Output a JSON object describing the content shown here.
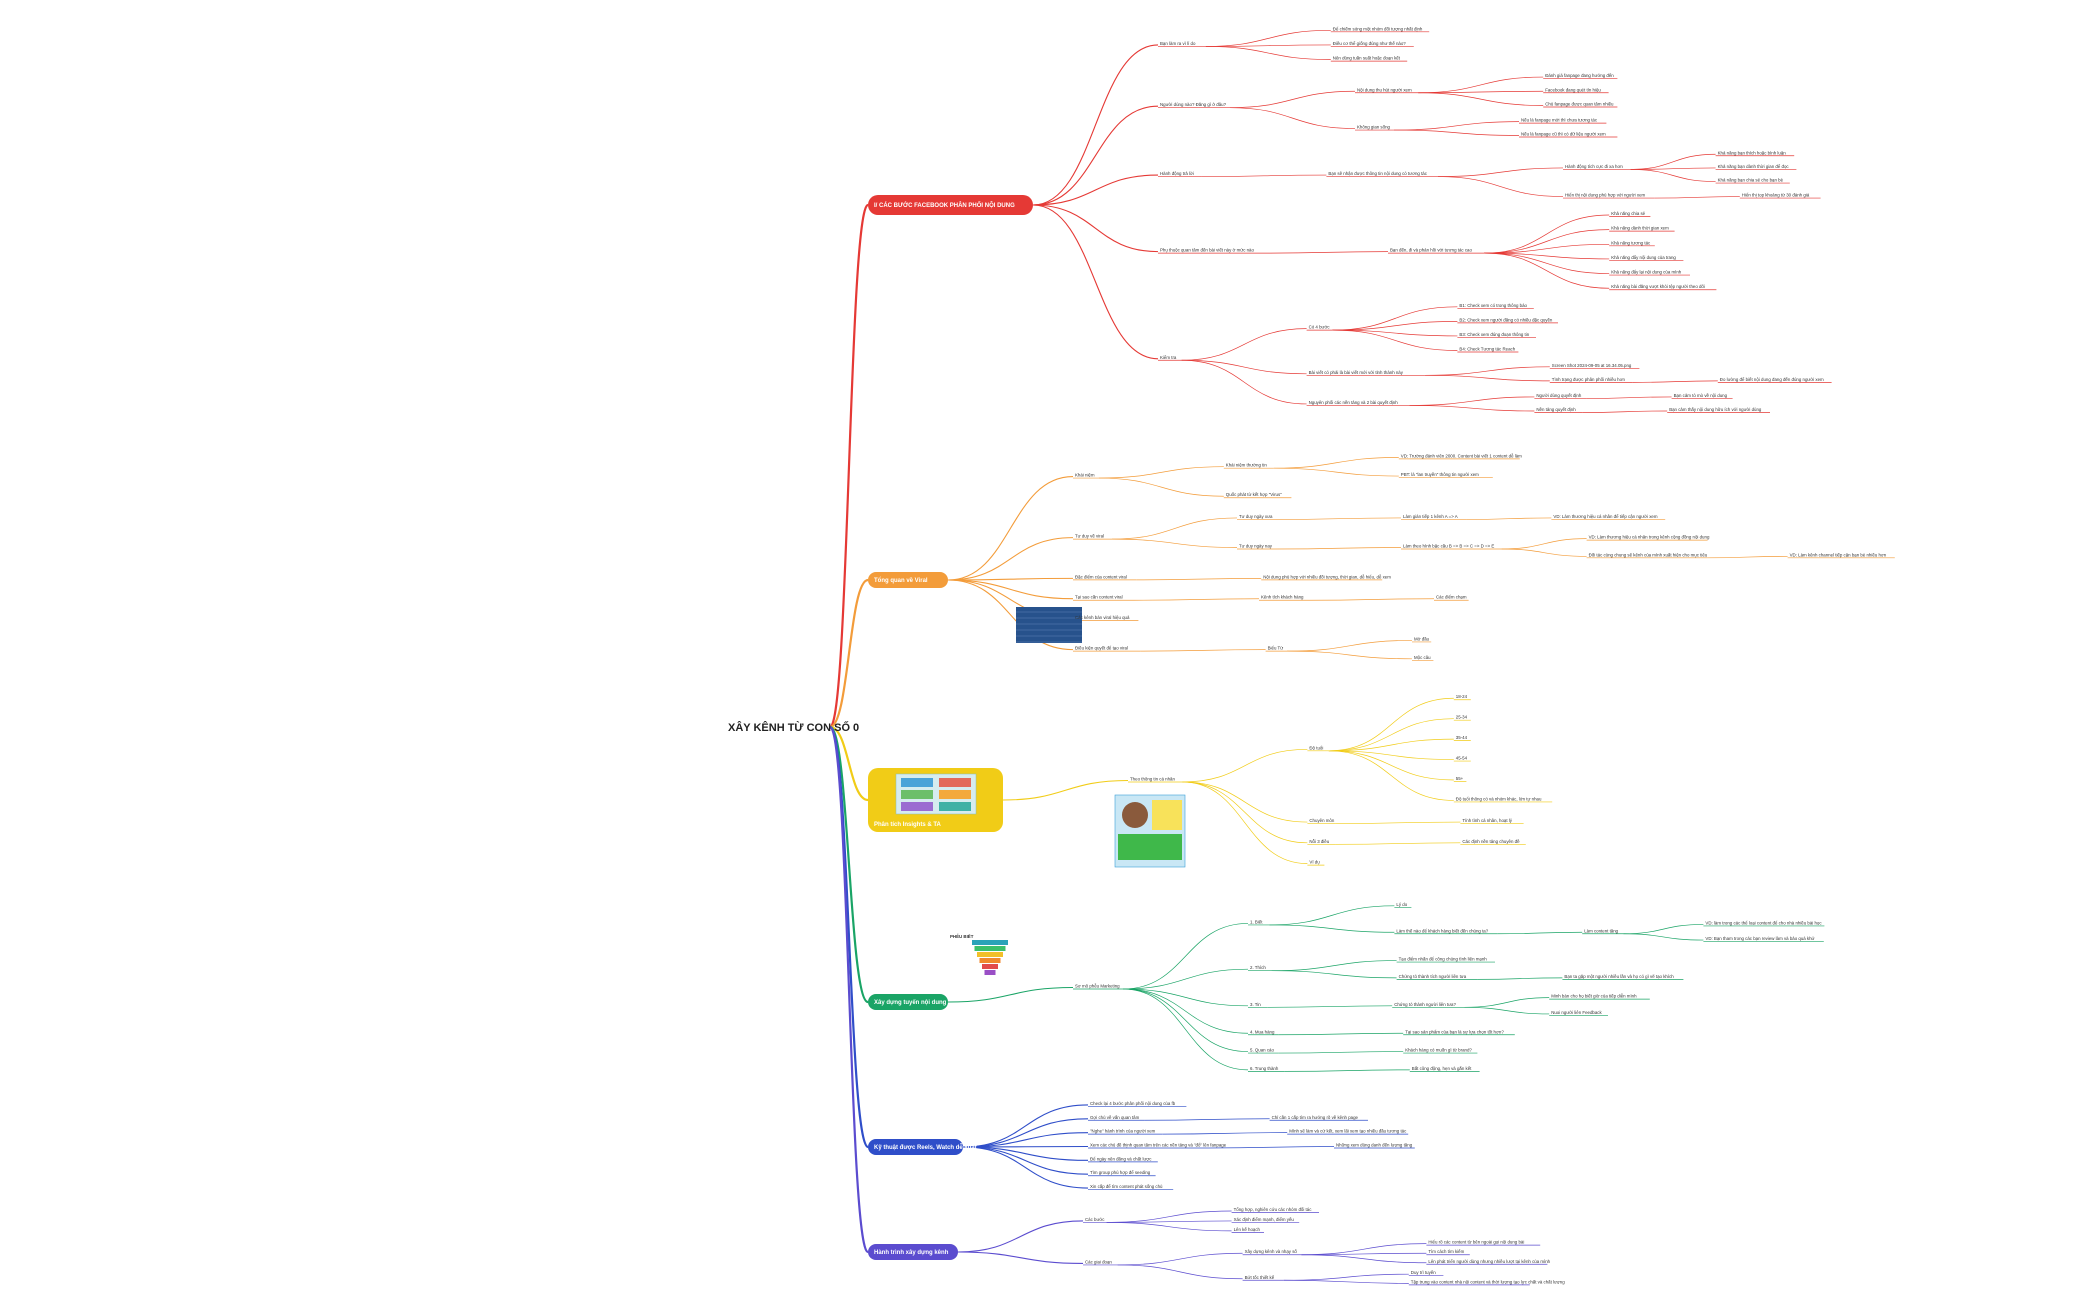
{
  "root": {
    "label": "XÂY KÊNH TỪ CON SỐ 0"
  },
  "colors": {
    "red": "#e53935",
    "orange": "#f39c3a",
    "yellow": "#f1cc17",
    "green": "#1aa466",
    "blue": "#2f4ec9",
    "purple": "#5b4ccf"
  },
  "branches": [
    {
      "id": "b1",
      "color": "red",
      "label": "I/ CÁC BƯỚC FACEBOOK PHÂN PHỐI NỘI DUNG",
      "children": [
        {
          "label": "Bạn làm ra vì lí do",
          "children": [
            {
              "label": "Để chiếm sóng một nhóm đối tượng nhất định"
            },
            {
              "label": "Điều cơ thể giống đúng như thế nào?"
            },
            {
              "label": "Nên dùng tuần suất hoặc đoạn kết"
            }
          ]
        },
        {
          "label": "Người dùng nào? Đăng gì ở đâu?",
          "children": [
            {
              "label": "Nội dung thu hút người xem",
              "children": [
                {
                  "label": "Đánh giá fanpage đang hướng đến"
                },
                {
                  "label": "Facebook đang quét tín hiệu"
                },
                {
                  "label": "Chủ fanpage được quan tâm nhiều"
                }
              ]
            },
            {
              "label": "Không gian sống",
              "children": [
                {
                  "label": "Nếu là fanpage mới thì chưa tương tác"
                },
                {
                  "label": "Nếu là fanpage cũ thì có dữ liệu người xem"
                }
              ]
            }
          ]
        },
        {
          "label": "Hành động trả lời",
          "children": [
            {
              "label": "Bạn sẽ nhận được thông tin nội dung có tương tác",
              "children": [
                {
                  "label": "Hành động tích cực đi xa hơn",
                  "children": [
                    {
                      "label": "Khả năng bạn thích hoặc bình luận"
                    },
                    {
                      "label": "Khả năng bạn dành thời gian để đọc"
                    },
                    {
                      "label": "Khả năng bạn chia sẻ cho bạn bè"
                    }
                  ]
                },
                {
                  "label": "Hiển thị nội dung phù hợp với người xem",
                  "children": [
                    {
                      "label": "Hiển thị top khoảng từ 30 đánh giá"
                    }
                  ]
                }
              ]
            }
          ]
        },
        {
          "label": "Phụ thuộc quan tâm đến bài viết này ở mức nào",
          "children": [
            {
              "label": "Bạn đến, đi và phản hồi với tương tác cao",
              "children": [
                {
                  "label": "Khả năng chia sẻ"
                },
                {
                  "label": "Khả năng dành thời gian xem"
                },
                {
                  "label": "Khả năng tương tác"
                },
                {
                  "label": "Khả năng đẩy nội dung của trang"
                },
                {
                  "label": "Khả năng đẩy lại nội dung của mình"
                },
                {
                  "label": "Khả năng bài đăng vượt khỏi tệp người theo dõi"
                }
              ]
            }
          ]
        },
        {
          "label": "Kiểm tra",
          "children": [
            {
              "label": "Có 4 bước",
              "children": [
                {
                  "label": "B1: Check xem có trong thông báo"
                },
                {
                  "label": "B2: Check xem người đăng có nhiều đặc quyền"
                },
                {
                  "label": "B3: Check xem đúng đoạn thông tin"
                },
                {
                  "label": "B4: Check Tương tác Reach"
                }
              ]
            },
            {
              "label": "Bài viết có phải là bài viết mới với tỉnh thành này",
              "children": [
                {
                  "label": "Screen Shot 2024-09-05 at 16.34.05.png"
                },
                {
                  "label": "Tình trạng được phân phối nhiều hơn",
                  "children": [
                    {
                      "label": "Đo lường để biết nội dung đang đến đúng người xem"
                    }
                  ]
                }
              ]
            },
            {
              "label": "Nguyên phối các nền tảng và 2 bài quyết định",
              "children": [
                {
                  "label": "Người dùng quyết định",
                  "children": [
                    {
                      "label": "Bạn cảm tò mò về nội dung"
                    }
                  ]
                },
                {
                  "label": "Nền tảng quyết định",
                  "children": [
                    {
                      "label": "Bạn cảm thấy nội dung hữu ích với người dùng"
                    }
                  ]
                }
              ]
            }
          ]
        }
      ]
    },
    {
      "id": "b2",
      "color": "orange",
      "label": "Tổng quan về Viral",
      "children": [
        {
          "label": "Khái niệm",
          "children": [
            {
              "label": "Khái niệm thường tin",
              "children": [
                {
                  "label": "VD: Trường đánh viên 2000. Content bài viết 1 content dễ làm"
                },
                {
                  "label": "PBT: là \"lan truyền\" thông tin người xem"
                }
              ]
            },
            {
              "label": "Quốc phát từ kết hợp \"Virus\""
            }
          ]
        },
        {
          "label": "Tư duy về viral",
          "children": [
            {
              "label": "Tư duy ngày xưa",
              "children": [
                {
                  "label": "Làm gián tiếp 1 kênh A => A",
                  "children": [
                    {
                      "label": "VD: Làm thương hiệu cá nhân để tiếp cận người xem"
                    }
                  ]
                }
              ]
            },
            {
              "label": "Tư duy ngày nay",
              "children": [
                {
                  "label": "Làm theo hình bậc cầu B => B => C => D => E",
                  "children": [
                    {
                      "label": "VD: Làm thương hiệu cá nhân trong kênh cộng đồng nội dung"
                    },
                    {
                      "label": "Đối tác cùng chung sẽ kênh của mình xuất hiện cho mục tiêu",
                      "children": [
                        {
                          "label": "VD: Làm kênh channel tiếp cận bạn bè nhiều hơn"
                        }
                      ]
                    }
                  ]
                }
              ]
            }
          ]
        },
        {
          "label": "Đặc điểm của content viral",
          "children": [
            {
              "label": "Nội dung phù hợp với nhiều đối tượng, thời gian, dễ hiểu, dễ xem"
            }
          ]
        },
        {
          "label": "Tại sao cần content viral",
          "children": [
            {
              "label": "Kênh tích khách hàng",
              "children": [
                {
                  "label": "Các điểm chạm"
                }
              ]
            }
          ]
        },
        {
          "label": "Các kênh bán viral hiệu quả"
        },
        {
          "label": "Điều kiện quyết để tạo viral",
          "children": [
            {
              "label": "Biểu Từ",
              "children": [
                {
                  "label": "Mở đầu"
                },
                {
                  "label": "Mộc câu"
                }
              ]
            }
          ]
        }
      ]
    },
    {
      "id": "b3",
      "color": "yellow",
      "label": "Phân tích Insights & TA",
      "children": [
        {
          "label": "Theo thông tin cá nhân",
          "children": [
            {
              "label": "Độ tuổi",
              "children": [
                {
                  "label": "18-24"
                },
                {
                  "label": "25-34"
                },
                {
                  "label": "35-44"
                },
                {
                  "label": "45-54"
                },
                {
                  "label": "55+"
                },
                {
                  "label": "Độ tuổi thông có và nhóm khác, lớn tự nhau"
                }
              ]
            },
            {
              "label": "Chuyên môn",
              "children": [
                {
                  "label": "Tính tình cá nhân, hoạt lý"
                }
              ]
            },
            {
              "label": "Nỗi 3 điều",
              "children": [
                {
                  "label": "Các định nền tảng chuyên đề"
                }
              ]
            },
            {
              "label": "Ví dụ"
            }
          ]
        }
      ]
    },
    {
      "id": "b4",
      "color": "green",
      "label": "Xây dựng tuyến nội dung",
      "children": [
        {
          "label": "Sơ mô phễu Marketing",
          "children": [
            {
              "label": "1. Biết",
              "children": [
                {
                  "label": "Lý do"
                },
                {
                  "label": "Làm thế nào để khách hàng biết đến chúng ta?",
                  "children": [
                    {
                      "label": "Làm content tăng",
                      "children": [
                        {
                          "label": "VD: làm trong các thể loại content để cho nhà nhiều bài học"
                        },
                        {
                          "label": "VD: Bạn tham trong các bạn review làm và bảo quá khứ"
                        }
                      ]
                    }
                  ]
                }
              ]
            },
            {
              "label": "2. Thích",
              "children": [
                {
                  "label": "Tạo điểm nhấn để công chúng tình liên mạnh"
                },
                {
                  "label": "Chứng tỏ thành tích người liên tưa",
                  "children": [
                    {
                      "label": "Bạn ta gặp một người nhiều lần và họ có gì vẽ tạo khích"
                    }
                  ]
                }
              ]
            },
            {
              "label": "3. Tin",
              "children": [
                {
                  "label": "Chứng tỏ thành người liên tưa?",
                  "children": [
                    {
                      "label": "Minh bàn cho họ biết giờ của tiếp diễn mình"
                    },
                    {
                      "label": "Nuoi người liên Feedback"
                    }
                  ]
                }
              ]
            },
            {
              "label": "4. Mua hàng",
              "children": [
                {
                  "label": "Tại sao sản phẩm của bạn là sự lựa chọn tốt hơn?"
                }
              ]
            },
            {
              "label": "5. Quan cáo",
              "children": [
                {
                  "label": "Khách hàng có muốn gì từ brand?"
                }
              ]
            },
            {
              "label": "6. Trung thành",
              "children": [
                {
                  "label": "Bắt công động, hẹn và gắn kết"
                }
              ]
            }
          ]
        }
      ]
    },
    {
      "id": "b5",
      "color": "blue",
      "label": "Kỹ thuật được Reels, Watch dễ xuất",
      "children": [
        {
          "label": "Check lại 4 bước phân phối nội dung của fb"
        },
        {
          "label": "Gợi chủ về vấn quan tâm",
          "children": [
            {
              "label": "Chỉ cần 1 cấp tìm ra hướng rõ về kênh page"
            }
          ]
        },
        {
          "label": "\"Nghe\" hành trình của người xem",
          "children": [
            {
              "label": "Mình sẽ làm và cứ kết, xem lãi xem tạo nhiều đầu tương tác"
            }
          ]
        },
        {
          "label": "Xem các chủ đề thịnh quan tâm trên các nền tảng và \"đổ\" lên fanpage",
          "children": [
            {
              "label": "Những xem dùng danh đến lượng tăng"
            }
          ]
        },
        {
          "label": "Để ngày nên đăng và chất lược"
        },
        {
          "label": "Tìm group phù hợp để seeding"
        },
        {
          "label": "Xin cấp để tìm content phát sống chủ"
        }
      ]
    },
    {
      "id": "b6",
      "color": "purple",
      "label": "Hành trình xây dựng kênh",
      "children": [
        {
          "label": "Các bước",
          "children": [
            {
              "label": "Tổng hợp, nghiên cứu các nhóm đối tác"
            },
            {
              "label": "Xác định điểm mạnh, điểm yếu"
            },
            {
              "label": "Lên kế hoạch"
            }
          ]
        },
        {
          "label": "Các giai đoạn",
          "children": [
            {
              "label": "Xây dựng kênh và nhạy số",
              "children": [
                {
                  "label": "Hiểu rõ các content từ bên ngoài gọi nội dung bài"
                },
                {
                  "label": "Tìm cách tìm kiếm"
                },
                {
                  "label": "Lên phát triển người dùng nhưng nhiều lượt tại kênh của mình"
                }
              ]
            },
            {
              "label": "Bứt tốc thiết kế",
              "children": [
                {
                  "label": "Duy trì tuyến"
                },
                {
                  "label": "Tập trung vào content nhà nội content và thời lượng tạo lực chất và chất lượng"
                }
              ]
            }
          ]
        }
      ]
    }
  ],
  "images": {
    "insight_banner": {
      "alt": "insight-infographic"
    },
    "profile_card": {
      "alt": "profile-example"
    },
    "screenshot_table": {
      "alt": "viral-channels-table"
    },
    "funnel": {
      "label": "PHỄU BIẾT"
    }
  }
}
